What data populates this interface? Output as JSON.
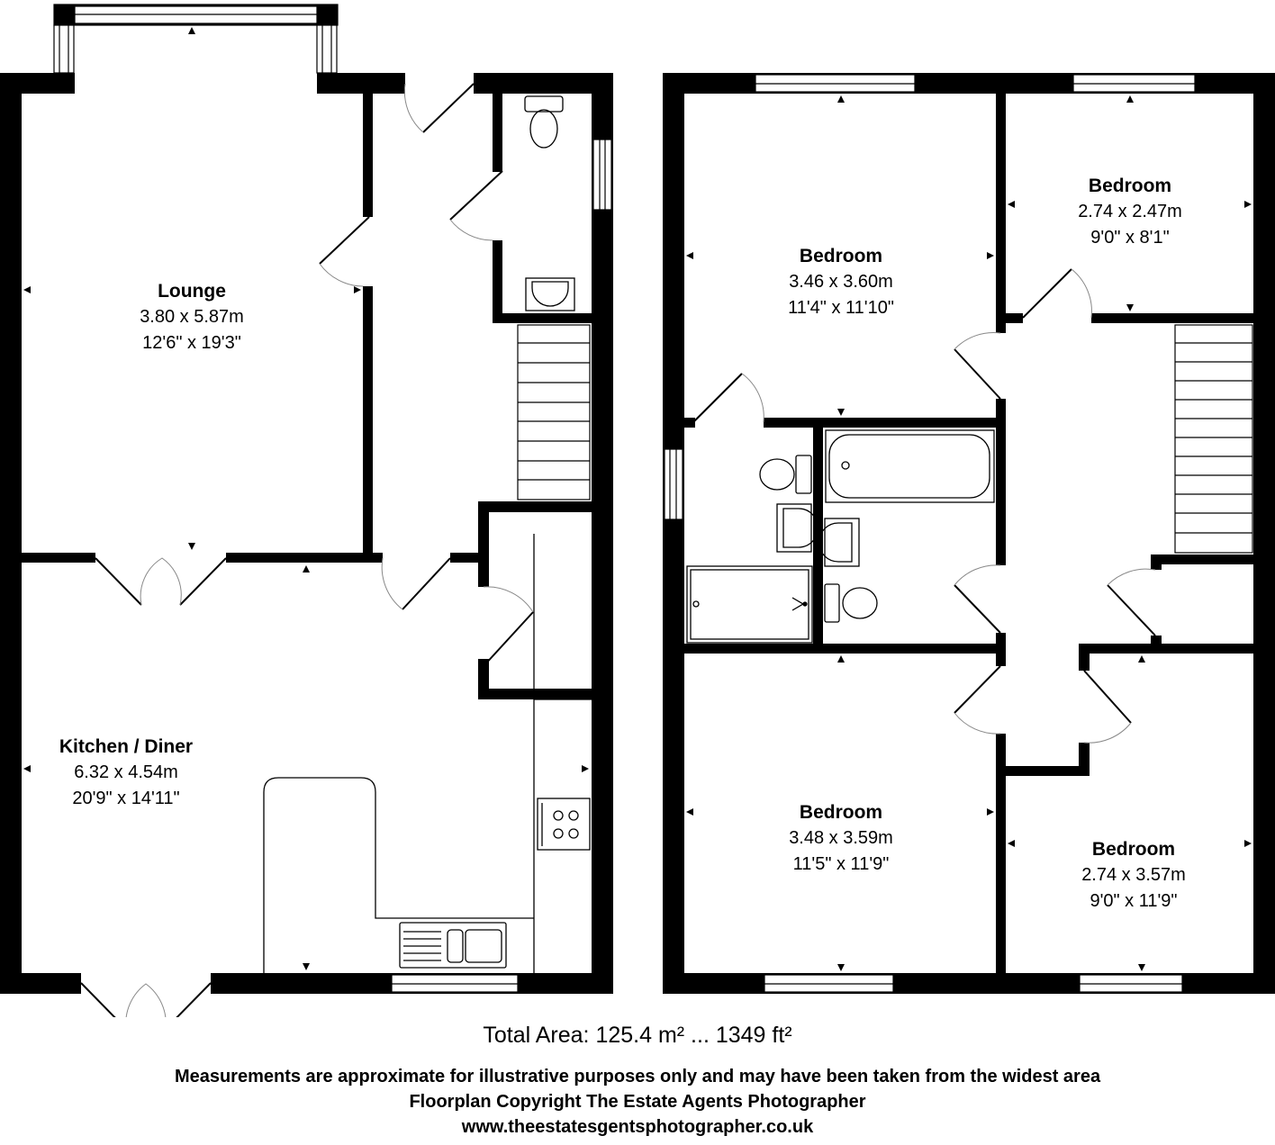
{
  "floorplan": {
    "ground_floor": {
      "rooms": [
        {
          "id": "lounge",
          "name": "Lounge",
          "metric": "3.80 x 5.87m",
          "imperial": "12'6\" x 19'3\""
        },
        {
          "id": "kitchen",
          "name": "Kitchen / Diner",
          "metric": "6.32 x 4.54m",
          "imperial": "20'9\" x 14'11\""
        }
      ]
    },
    "first_floor": {
      "rooms": [
        {
          "id": "bedroom1",
          "name": "Bedroom",
          "metric": "3.46 x 3.60m",
          "imperial": "11'4\" x 11'10\""
        },
        {
          "id": "bedroom2",
          "name": "Bedroom",
          "metric": "2.74 x 2.47m",
          "imperial": "9'0\" x 8'1\""
        },
        {
          "id": "bedroom3",
          "name": "Bedroom",
          "metric": "3.48 x 3.59m",
          "imperial": "11'5\" x 11'9\""
        },
        {
          "id": "bedroom4",
          "name": "Bedroom",
          "metric": "2.74 x 3.57m",
          "imperial": "9'0\" x 11'9\""
        }
      ]
    },
    "total_area": "Total Area: 125.4 m² ... 1349 ft²",
    "disclaimer": "Measurements are approximate for illustrative purposes only and may have been taken from the widest area",
    "copyright": "Floorplan Copyright The Estate Agents Photographer",
    "website": "www.theestatesgentsphotographer.co.uk",
    "colors": {
      "wall": "#000000",
      "background": "#ffffff",
      "door_arc": "#888888"
    }
  }
}
